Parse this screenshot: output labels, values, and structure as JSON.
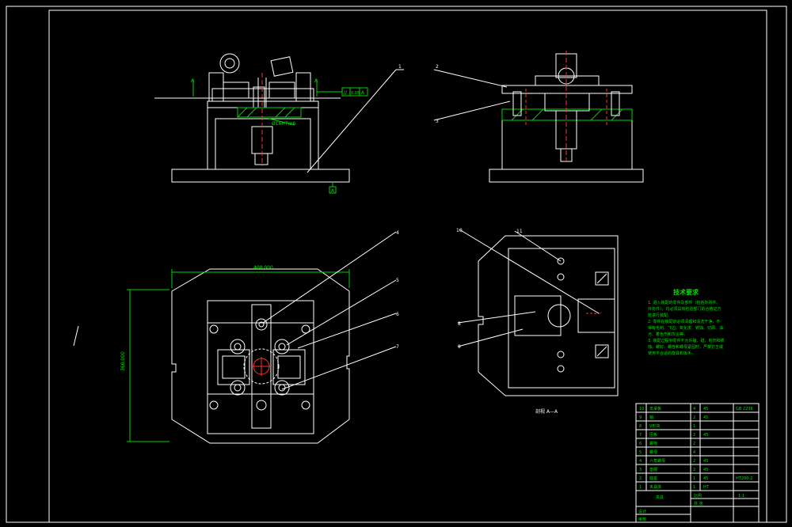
{
  "drawing": {
    "title": "",
    "balloons": [
      "1",
      "2",
      "3",
      "4",
      "5",
      "6",
      "7",
      "8",
      "9",
      "10",
      "11"
    ],
    "front_view": {
      "section_mark_a_left": "A",
      "section_mark_a_right": "A",
      "datum_label": "A",
      "tolerance_frame": [
        "//",
        "0.05",
        "A"
      ],
      "fit_note": "Ø16H7/n6"
    },
    "plan_view": {
      "width_dim": "400.000",
      "height_dim": "360.000"
    },
    "section_view": {
      "caption": "剖视 A—A"
    },
    "tech_requirements": {
      "title": "技术要求",
      "lines": [
        "1. 进入装配的零件及部件（包括外购件、",
        "外协件），均必须具有检验部门的合格证方",
        "能进行装配。",
        "2. 零件在装配前必须清理和清洗干净，不",
        "得有毛刺、飞边、氧化皮、锈蚀、切屑、油",
        "污、着色剂和灰尘等。",
        "3. 装配过程中零件不允许磕、碰、划伤和锈",
        "蚀。螺钉、螺栓和螺母紧固时，严禁打击或",
        "使用不合适的旋具和扳手。"
      ]
    },
    "title_block": {
      "rows": [
        {
          "no": "10",
          "name": "支承板",
          "qty": "4",
          "material": "45",
          "note": "GB 2236"
        },
        {
          "no": "9",
          "name": "销",
          "qty": "2",
          "material": "45",
          "note": ""
        },
        {
          "no": "8",
          "name": "V形块",
          "qty": "1",
          "material": "",
          "note": ""
        },
        {
          "no": "7",
          "name": "压板",
          "qty": "2",
          "material": "45",
          "note": ""
        },
        {
          "no": "6",
          "name": "螺栓",
          "qty": "2",
          "material": "",
          "note": ""
        },
        {
          "no": "5",
          "name": "螺母",
          "qty": "4",
          "material": "",
          "note": ""
        },
        {
          "no": "4",
          "name": "六角螺母",
          "qty": "2",
          "material": "45",
          "note": ""
        },
        {
          "no": "3",
          "name": "垫圈",
          "qty": "2",
          "material": "45",
          "note": ""
        },
        {
          "no": "2",
          "name": "底座",
          "qty": "1",
          "material": "45",
          "note": "HT200-2"
        },
        {
          "no": "1",
          "name": "夹具体",
          "qty": "1",
          "material": "HT",
          "note": ""
        }
      ],
      "name_label": "夹具",
      "scale_label": "比例",
      "scale_value": "1:1",
      "sheet_label": "共 张",
      "designer_label": "设计",
      "checker_label": "审核"
    }
  }
}
